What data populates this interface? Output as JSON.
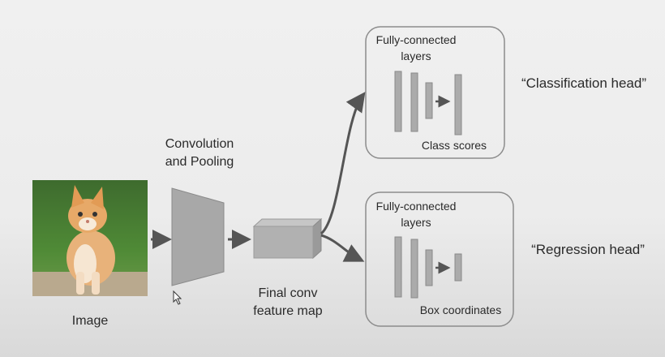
{
  "labels": {
    "image": "Image",
    "conv_line1": "Convolution",
    "conv_line2": "and Pooling",
    "feature_line1": "Final conv",
    "feature_line2": "feature map"
  },
  "classification": {
    "box_title_line1": "Fully-connected",
    "box_title_line2": "layers",
    "output_label": "Class scores",
    "head_label": "“Classification head”"
  },
  "regression": {
    "box_title_line1": "Fully-connected",
    "box_title_line2": "layers",
    "output_label": "Box coordinates",
    "head_label": "“Regression head”"
  },
  "colors": {
    "shape_fill": "#a8a8a8",
    "shape_stroke": "#8a8a8a",
    "arrow": "#555555",
    "box_border": "#8c8c8c"
  }
}
